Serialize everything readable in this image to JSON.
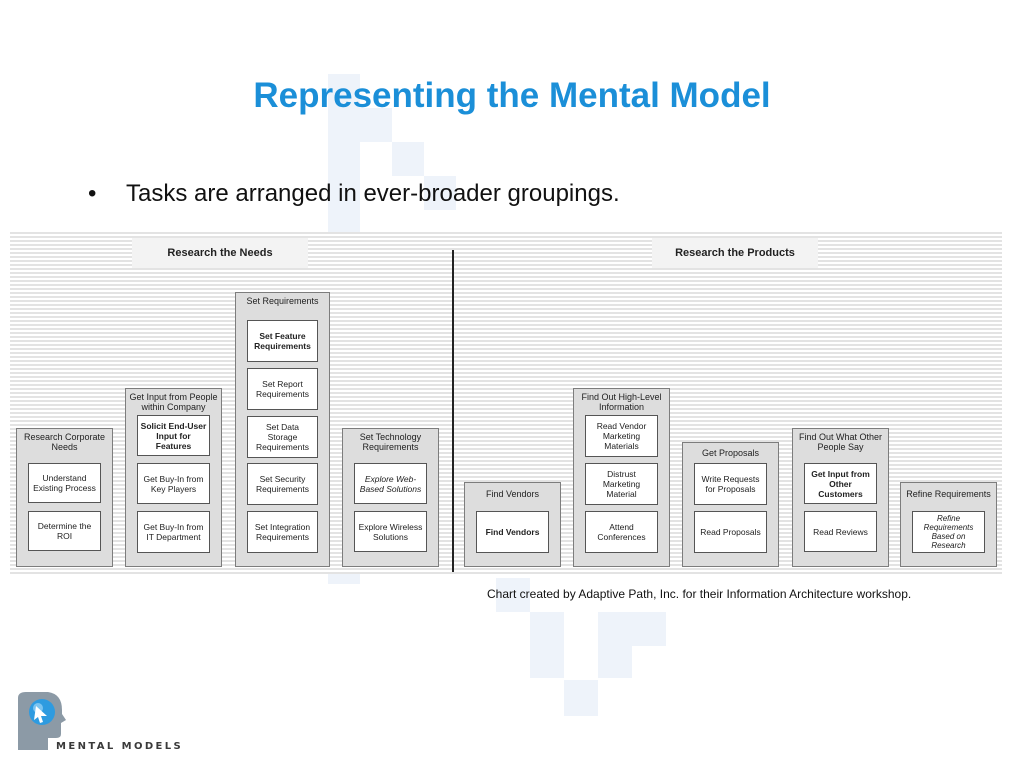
{
  "slide": {
    "title": "Representing the Mental Model",
    "bullet": "Tasks are arranged in ever-broader groupings.",
    "caption": "Chart created by Adaptive Path, Inc. for their Information Architecture workshop.",
    "logo_text": "MENTAL MODELS"
  },
  "diagram": {
    "sections": [
      "Research the Needs",
      "Research the Products"
    ],
    "groups": [
      {
        "title": "Research Corporate Needs",
        "tasks": [
          {
            "text": "Understand Existing Process",
            "style": "normal"
          },
          {
            "text": "Determine the ROI",
            "style": "normal"
          }
        ]
      },
      {
        "title": "Get Input from People within Company",
        "tasks": [
          {
            "text": "Solicit End-User Input for Features",
            "style": "bold"
          },
          {
            "text": "Get Buy-In from Key Players",
            "style": "normal"
          },
          {
            "text": "Get Buy-In from IT Department",
            "style": "normal"
          }
        ]
      },
      {
        "title": "Set Requirements",
        "tasks": [
          {
            "text": "Set Feature Requirements",
            "style": "bold"
          },
          {
            "text": "Set Report Requirements",
            "style": "normal"
          },
          {
            "text": "Set Data Storage Requirements",
            "style": "normal"
          },
          {
            "text": "Set Security Requirements",
            "style": "normal"
          },
          {
            "text": "Set Integration Requirements",
            "style": "normal"
          }
        ]
      },
      {
        "title": "Set Technology Requirements",
        "tasks": [
          {
            "text": "Explore Web-Based Solutions",
            "style": "italic"
          },
          {
            "text": "Explore Wireless Solutions",
            "style": "normal"
          }
        ]
      },
      {
        "title": "Find Vendors",
        "tasks": [
          {
            "text": "Find Vendors",
            "style": "bold"
          }
        ]
      },
      {
        "title": "Find Out High-Level Information",
        "tasks": [
          {
            "text": "Read Vendor Marketing Materials",
            "style": "normal"
          },
          {
            "text": "Distrust Marketing Material",
            "style": "normal"
          },
          {
            "text": "Attend Conferences",
            "style": "normal"
          }
        ]
      },
      {
        "title": "Get Proposals",
        "tasks": [
          {
            "text": "Write Requests for Proposals",
            "style": "normal"
          },
          {
            "text": "Read Proposals",
            "style": "normal"
          }
        ]
      },
      {
        "title": "Find Out What Other People Say",
        "tasks": [
          {
            "text": "Get Input from Other Customers",
            "style": "bold"
          },
          {
            "text": "Read Reviews",
            "style": "normal"
          }
        ]
      },
      {
        "title": "Refine Requirements",
        "tasks": [
          {
            "text": "Refine Requirements Based on Research",
            "style": "italic"
          }
        ]
      }
    ]
  }
}
